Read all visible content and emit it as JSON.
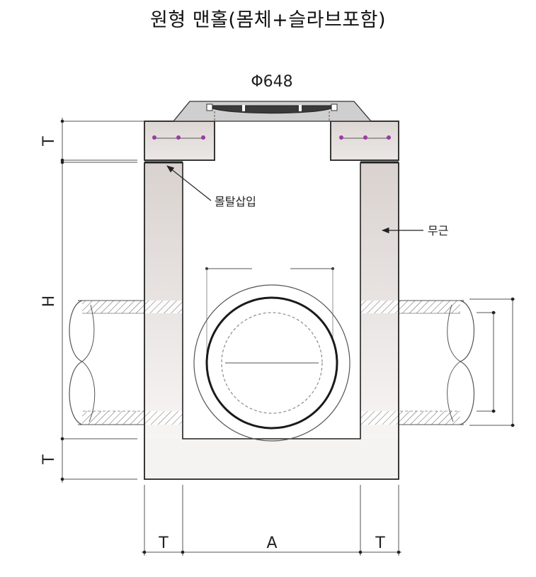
{
  "title": "원형 맨홀(몸체+슬라브포함)",
  "labels": {
    "diameter": "Φ648",
    "mortar": "몰탈삽입",
    "rebar": "무근",
    "height": "H",
    "thickness": "T",
    "width": "A"
  },
  "colors": {
    "wall_fill": "#e9e5e3",
    "outline": "#222222",
    "dimension": "#555555",
    "rebar_dots": "#9b3aa5"
  }
}
